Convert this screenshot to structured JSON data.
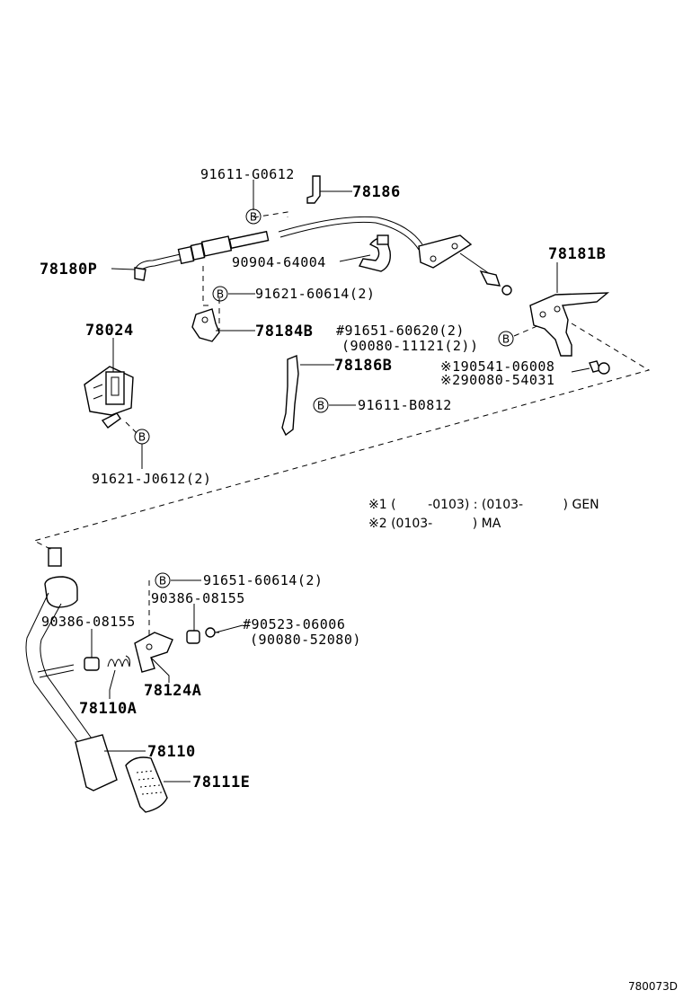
{
  "callouts": {
    "p91611_G0612": "91611-G0612",
    "p78186": "78186",
    "p78180P": "78180P",
    "p90904_64004": "90904-64004",
    "p78181B": "78181B",
    "p91621_60614": "91621-60614(2)",
    "p78024": "78024",
    "p78184B": "78184B",
    "p91651_60620": "#91651-60620(2)",
    "p90080_11121": "(90080-11121(2))",
    "p78186B": "78186B",
    "p90541_06008": "※190541-06008",
    "p90080_54031": "※290080-54031",
    "p91611_B0812": "91611-B0812",
    "p91621_J0612": "91621-J0612(2)",
    "p91651_60614": "91651-60614(2)",
    "p90386_08155_a": "90386-08155",
    "p90386_08155_b": "90386-08155",
    "p90523_06006": "#90523-06006",
    "p90080_52080": "(90080-52080)",
    "p78124A": "78124A",
    "p78110A": "78110A",
    "p78110": "78110",
    "p78111E": "78111E"
  },
  "b_marker": "B",
  "notes": {
    "line1": "※1 (        -0103) : (0103-          ) GEN",
    "line2": "※2 (0103-          ) MA"
  },
  "diagram_ref": "780073D"
}
